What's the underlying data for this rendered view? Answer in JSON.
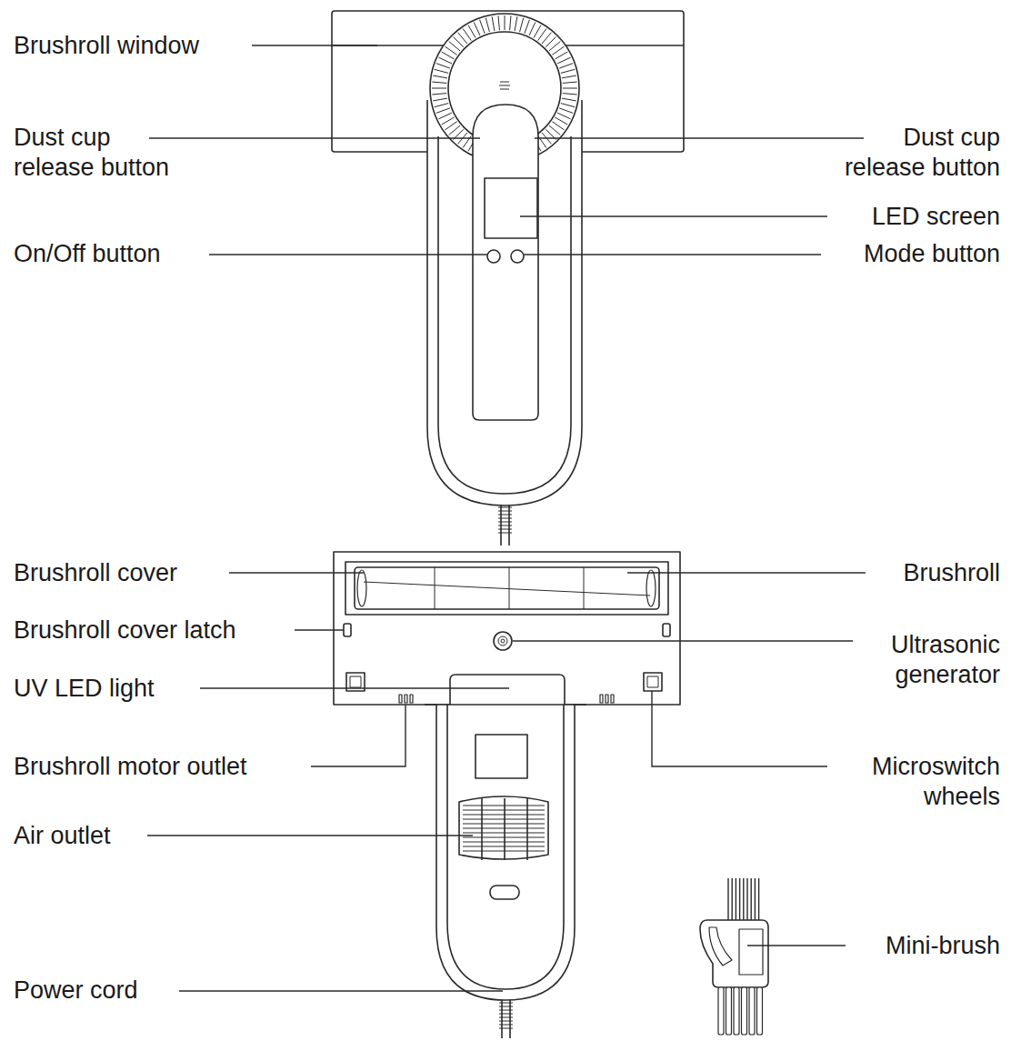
{
  "diagram": {
    "labels": [
      "Brushroll window",
      "Dust cup release button",
      "Dust cup release button",
      "LED screen",
      "On/Off button",
      "Mode button",
      "Brushroll cover",
      "Brushroll",
      "Brushroll cover latch",
      "Ultrasonic generator",
      "UV LED light",
      "Brushroll motor outlet",
      "Microswitch wheels",
      "Air outlet",
      "Mini-brush",
      "Power cord"
    ]
  }
}
